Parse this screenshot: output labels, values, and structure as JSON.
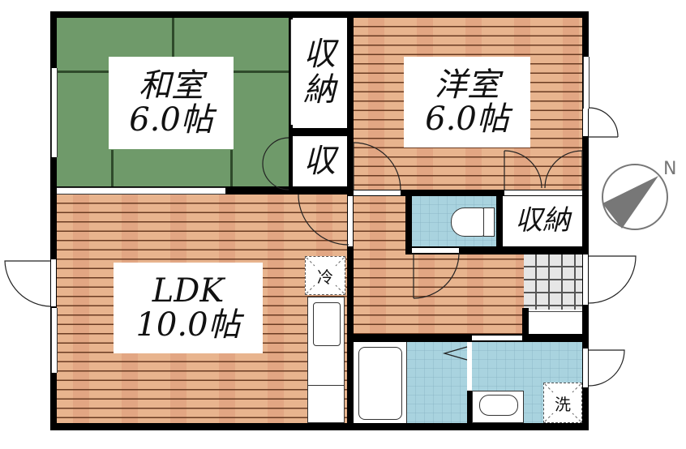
{
  "floor_plan": {
    "rooms": {
      "washitsu": {
        "name": "和室",
        "size": "6.0帖",
        "floor": "tatami"
      },
      "youshitsu": {
        "name": "洋室",
        "size": "6.0帖",
        "floor": "wood"
      },
      "ldk": {
        "name": "LDK",
        "size": "10.0帖",
        "floor": "wood"
      },
      "closet_washitsu_tall": {
        "label_line1": "収",
        "label_line2": "納"
      },
      "closet_washitsu_small": {
        "label": "収"
      },
      "closet_toilet_side": {
        "label": "収納"
      },
      "hall": {
        "floor": "wood"
      },
      "toilet": {
        "floor": "tile"
      },
      "bath": {
        "floor": "tile"
      },
      "washroom": {
        "floor": "tile"
      },
      "entrance": {
        "floor": "tile"
      }
    },
    "fixtures": {
      "fridge_space": {
        "label": "冷"
      },
      "washer_space": {
        "label": "洗"
      },
      "kitchen_counter": {
        "label": ""
      },
      "bathtub": {
        "label": ""
      },
      "wash_basin": {
        "label": ""
      },
      "toilet_bowl": {
        "label": ""
      }
    },
    "compass": {
      "label": "N",
      "icon": "north-arrow-icon"
    },
    "colors": {
      "wall": "#000000",
      "tatami": "#6f9a6a",
      "wood": "#e8b48e",
      "wood_line": "#6a3b22",
      "tile_blue": "#a9d3df",
      "tile_grey": "#e6e6e6",
      "compass": "#777777"
    }
  }
}
